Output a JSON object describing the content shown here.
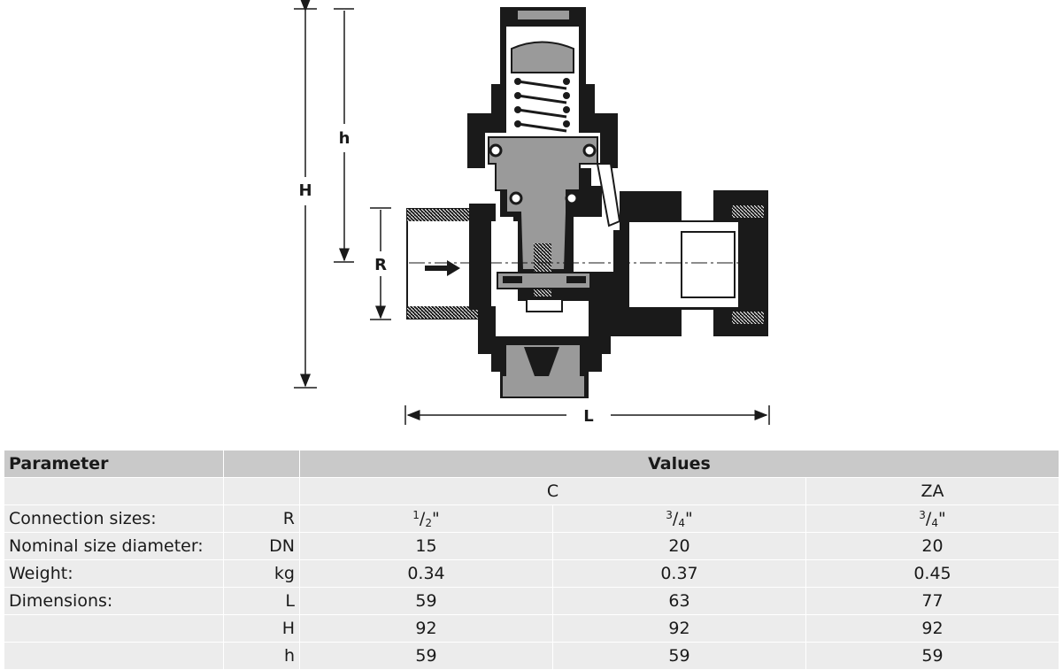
{
  "drawing": {
    "labels": {
      "H": "H",
      "h": "h",
      "R": "R",
      "L": "L"
    }
  },
  "table": {
    "header": {
      "parameter": "Parameter",
      "values": "Values"
    },
    "groups": {
      "c": "C",
      "za": "ZA"
    },
    "rows": [
      {
        "param": "Connection sizes:",
        "symbol": "R",
        "v1": "1/2\"",
        "v2": "3/4\"",
        "v3": "3/4\""
      },
      {
        "param": "Nominal size diameter:",
        "symbol": "DN",
        "v1": "15",
        "v2": "20",
        "v3": "20"
      },
      {
        "param": "Weight:",
        "symbol": "kg",
        "v1": "0.34",
        "v2": "0.37",
        "v3": "0.45"
      },
      {
        "param": "Dimensions:",
        "symbol": "L",
        "v1": "59",
        "v2": "63",
        "v3": "77"
      },
      {
        "param": "",
        "symbol": "H",
        "v1": "92",
        "v2": "92",
        "v3": "92"
      },
      {
        "param": "",
        "symbol": "h",
        "v1": "59",
        "v2": "59",
        "v3": "59"
      }
    ],
    "fractions": {
      "half": {
        "num": "1",
        "den": "2",
        "mark": "\""
      },
      "threequarter": {
        "num": "3",
        "den": "4",
        "mark": "\""
      }
    }
  },
  "colors": {
    "dark": "#1a1a1a",
    "grey": "#9a9a9a",
    "header_bg": "#c9c9c9",
    "row_bg": "#ececec"
  }
}
